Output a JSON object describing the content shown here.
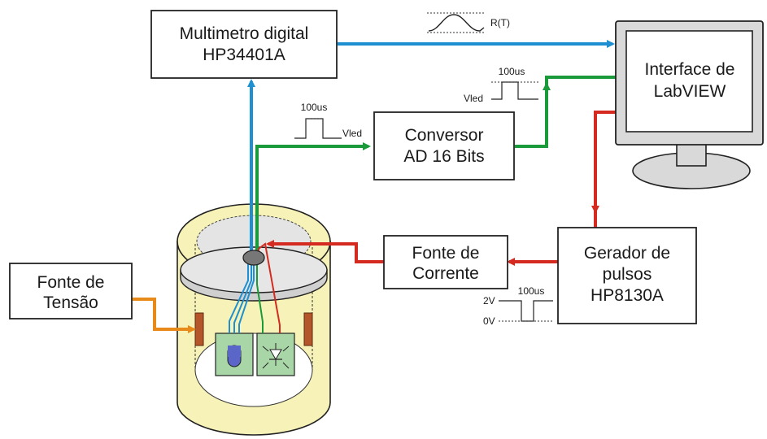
{
  "boxes": {
    "multimeter": {
      "line1": "Multimetro digital",
      "line2": "HP34401A"
    },
    "converter": {
      "line1": "Conversor",
      "line2": "AD 16 Bits"
    },
    "labview": {
      "line1": "Interface de",
      "line2": "LabVIEW"
    },
    "current_source": {
      "line1": "Fonte de",
      "line2": "Corrente"
    },
    "pulse_generator": {
      "line1": "Gerador de",
      "line2": "pulsos",
      "line3": "HP8130A"
    },
    "voltage_source": {
      "line1": "Fonte de",
      "line2": "Tensão"
    }
  },
  "signals": {
    "resistance": "R(T)",
    "vled_converter_width": "100us",
    "vled_converter": "Vled",
    "vled_labview_width": "100us",
    "vled_labview": "Vled",
    "pulse_width": "100us",
    "pulse_high": "2V",
    "pulse_low": "0V"
  },
  "colors": {
    "blue": "#1e8fd0",
    "green": "#1a9a3a",
    "red": "#d42a1f",
    "orange": "#e88a1a",
    "cylinder_yellow": "#f7f3b8",
    "lid_gray": "#e4e4e4",
    "board_green": "#a9d6a7",
    "heater_brown": "#b5562a"
  }
}
